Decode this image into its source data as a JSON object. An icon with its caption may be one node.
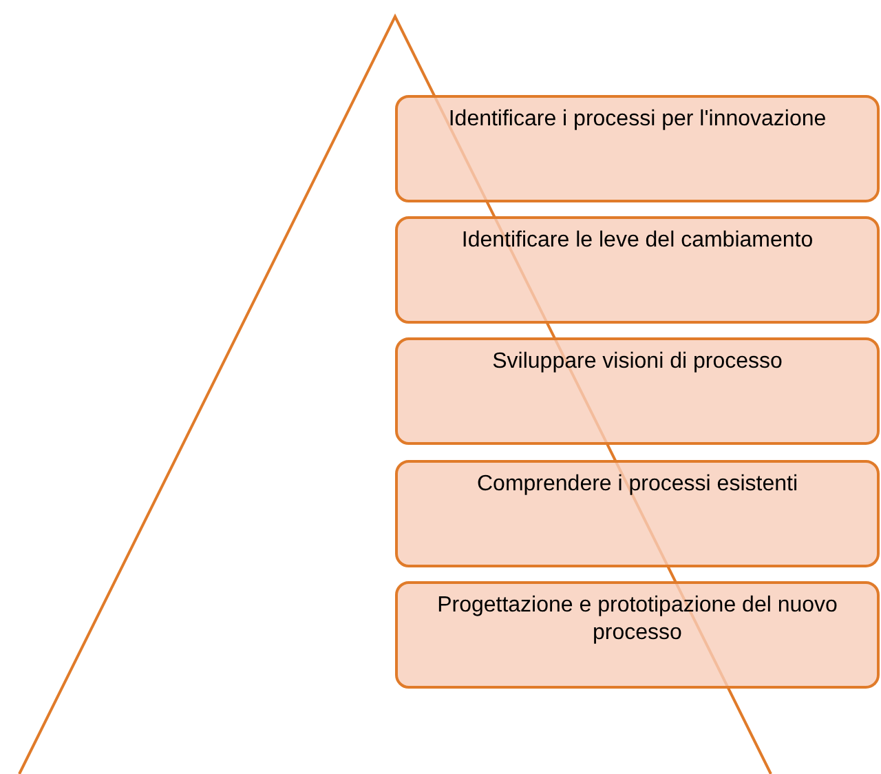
{
  "diagram": {
    "nodes": [
      {
        "text": [
          "Identificare i processi per l'innovazione"
        ]
      },
      {
        "text": [
          "Identificare le leve del cambiamento"
        ]
      },
      {
        "text": [
          "Sviluppare visioni di processo"
        ]
      },
      {
        "text": [
          "Comprendere i processi esistenti"
        ]
      },
      {
        "text": [
          "Progettazione e prototipazione del nuovo processo"
        ]
      }
    ]
  }
}
